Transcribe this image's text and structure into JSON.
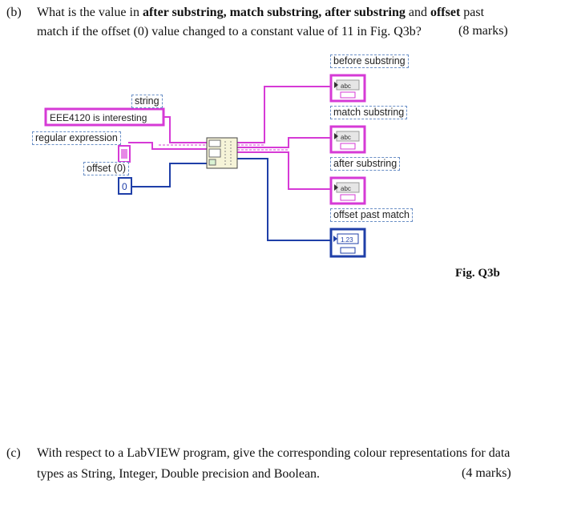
{
  "question_b": {
    "label": "(b)",
    "line1_prefix": "What is the value in ",
    "bold1": "after substring, match substring, after substring",
    "line1_mid": " and ",
    "bold2": "offset",
    "line1_suffix": " past",
    "line2": "match if the offset (0) value changed to a constant value of 11 in Fig. Q3b?",
    "marks": "(8 marks)"
  },
  "diagram": {
    "before_substring": "before substring",
    "match_substring": "match substring",
    "after_substring": "after substring",
    "offset_past_match": "offset past match",
    "string_label": "string",
    "string_value": "EEE4120 is interesting",
    "regex_label": "regular expression",
    "offset_label": "offset (0)",
    "offset_value": "0",
    "indicator_abc": "abc",
    "indicator_num": "1.23",
    "colors": {
      "string_wire": "#d63ad6",
      "numeric_wire": "#1f3fa8"
    }
  },
  "figure_caption": "Fig. Q3b",
  "question_c": {
    "label": "(c)",
    "line1": "With respect to a LabVIEW program, give the corresponding colour representations for data",
    "line2": "types as String, Integer, Double precision and Boolean.",
    "marks": "(4 marks)"
  }
}
